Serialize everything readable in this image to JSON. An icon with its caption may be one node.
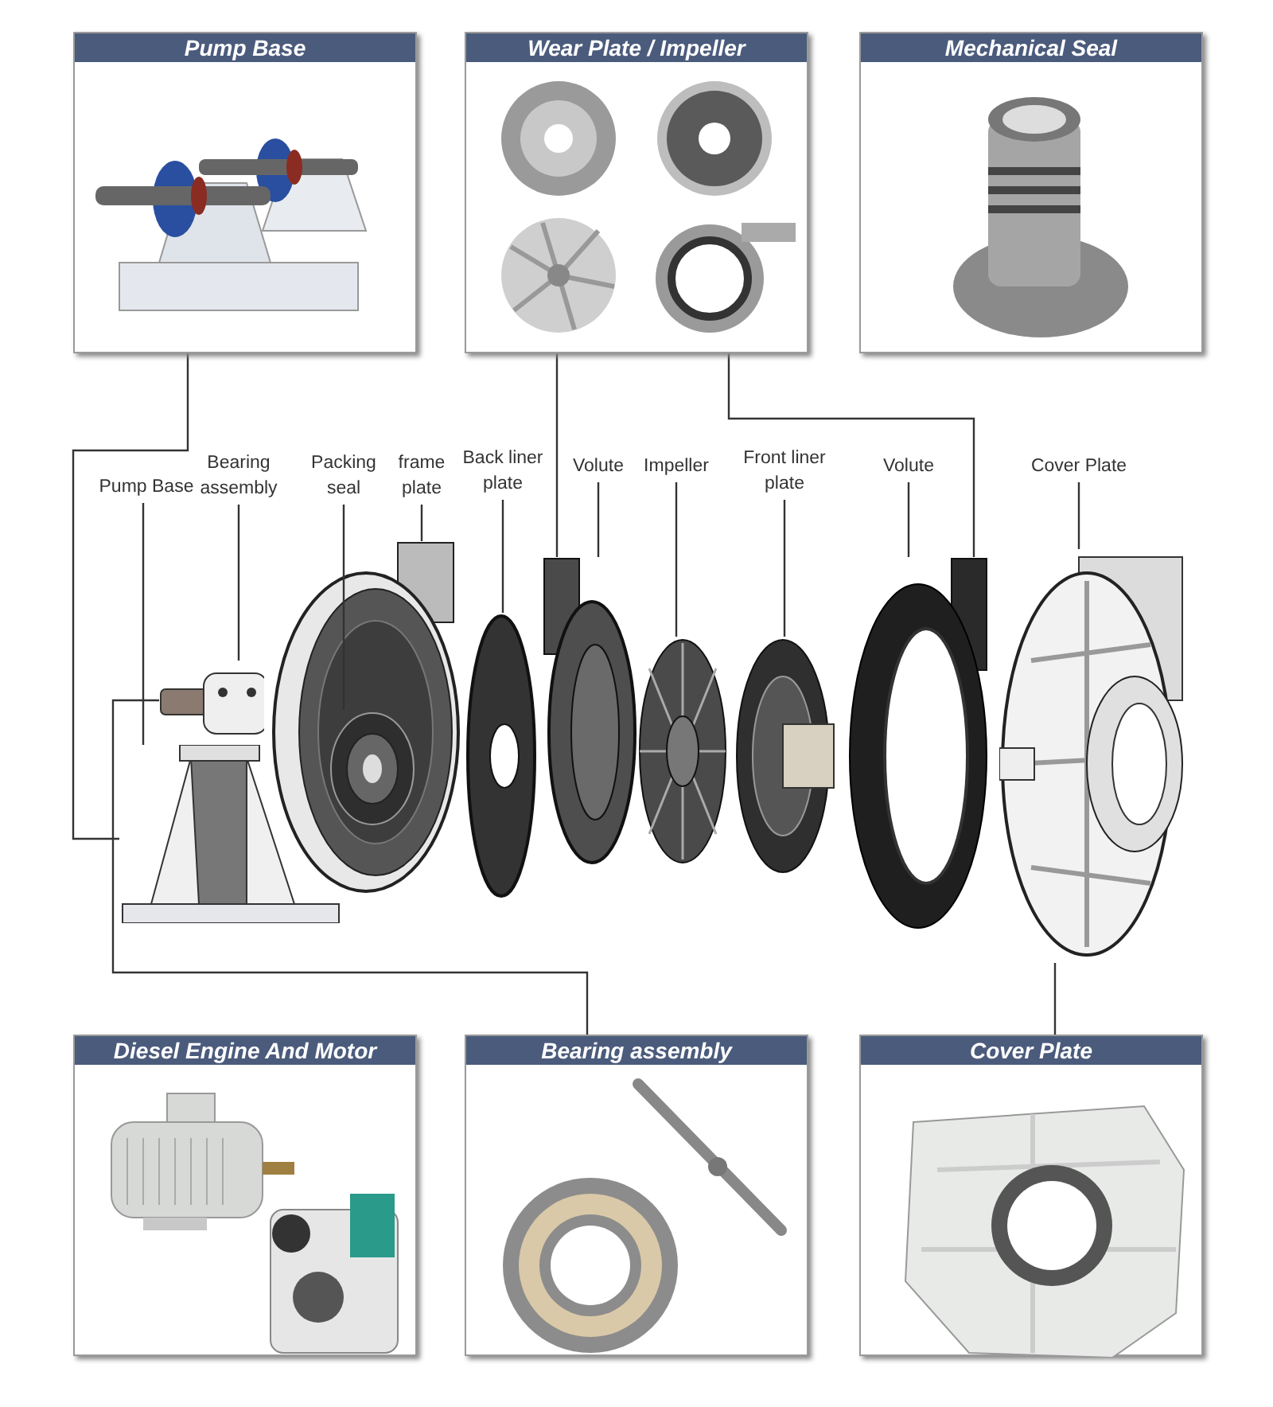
{
  "diagram": {
    "nodes": [
      {
        "text": [
          "Pump Base"
        ]
      },
      {
        "text": [
          "Wear Plate / Impeller"
        ]
      },
      {
        "text": [
          "Mechanical Seal"
        ]
      },
      {
        "text": [
          "Pump Base"
        ]
      },
      {
        "text": [
          "Bearing assembly"
        ]
      },
      {
        "text": [
          "Packing seal"
        ]
      },
      {
        "text": [
          "frame plate"
        ]
      },
      {
        "text": [
          "Back liner plate"
        ]
      },
      {
        "text": [
          "Volute"
        ]
      },
      {
        "text": [
          "Impeller"
        ]
      },
      {
        "text": [
          "Front liner plate"
        ]
      },
      {
        "text": [
          "Volute"
        ]
      },
      {
        "text": [
          "Cover Plate"
        ]
      },
      {
        "text": [],
        "shape": "picture"
      },
      {
        "text": [],
        "shape": "picture"
      },
      {
        "text": [],
        "shape": "picture"
      },
      {
        "text": [],
        "shape": "picture",
        "in": 15
      },
      {
        "text": [],
        "shape": "picture"
      },
      {
        "text": [],
        "shape": "picture"
      },
      {
        "text": [],
        "shape": "picture"
      },
      {
        "text": [],
        "shape": "picture"
      },
      {
        "text": [],
        "shape": "picture"
      },
      {
        "text": [],
        "shape": "picture"
      },
      {
        "text": [
          "Diesel Engine And Motor"
        ]
      },
      {
        "text": [
          "Bearing assembly"
        ]
      },
      {
        "text": [
          "Cover Plate"
        ]
      }
    ],
    "edges": [
      {
        "from": 3,
        "to": 13,
        "arrow": "none"
      },
      {
        "from": 4,
        "to": 14,
        "arrow": "none"
      },
      {
        "from": 5,
        "to": 16,
        "arrow": "none"
      },
      {
        "from": 6,
        "to": 15,
        "arrow": "none"
      },
      {
        "from": 7,
        "to": 17,
        "arrow": "none"
      },
      {
        "from": 8,
        "to": 18,
        "arrow": "none"
      },
      {
        "from": 9,
        "to": 19,
        "arrow": "none"
      },
      {
        "from": 10,
        "to": 20,
        "arrow": "none"
      },
      {
        "from": 11,
        "to": 21,
        "arrow": "none"
      },
      {
        "from": 12,
        "to": 22,
        "arrow": "none"
      },
      {
        "from": 0,
        "to": 13,
        "arrow": "none"
      },
      {
        "from": 1,
        "to": 18,
        "arrow": "none"
      },
      {
        "from": 1,
        "to": 21,
        "arrow": "none"
      },
      {
        "from": 24,
        "to": 14,
        "arrow": "none"
      },
      {
        "from": 25,
        "to": 22,
        "arrow": "none"
      }
    ]
  }
}
